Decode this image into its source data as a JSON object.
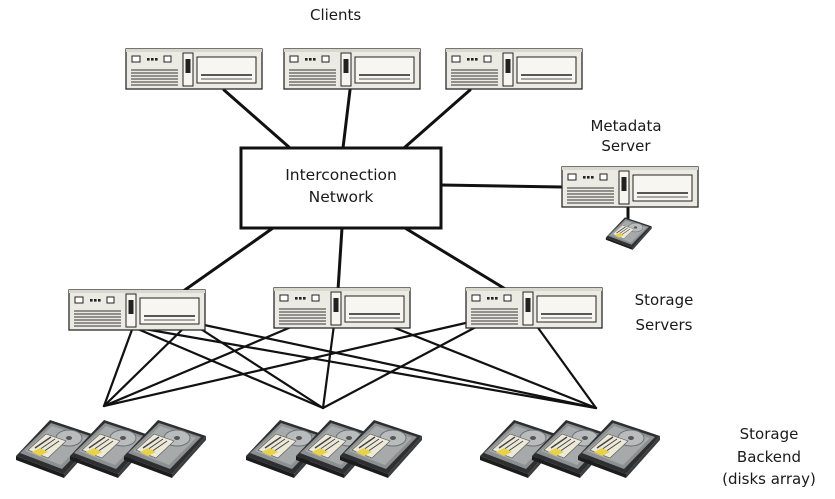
{
  "labels": {
    "clients": "Clients",
    "metadata_server_line1": "Metadata",
    "metadata_server_line2": "Server",
    "network_line1": "Interconection",
    "network_line2": "Network",
    "storage_servers_line1": "Storage",
    "storage_servers_line2": "Servers",
    "backend_line1": "Storage",
    "backend_line2": "Backend",
    "backend_line3": "(disks array)"
  },
  "icons": {
    "client": "server-icon",
    "metadata_server": "server-icon",
    "metadata_disk": "hard-disk-icon",
    "storage_server": "server-icon",
    "backend_disk": "hard-disk-icon"
  },
  "colors": {
    "line": "#111111",
    "server_body": "#ecebe3",
    "disk_body": "#8a8d8e",
    "disk_label": "#ece9d8"
  }
}
